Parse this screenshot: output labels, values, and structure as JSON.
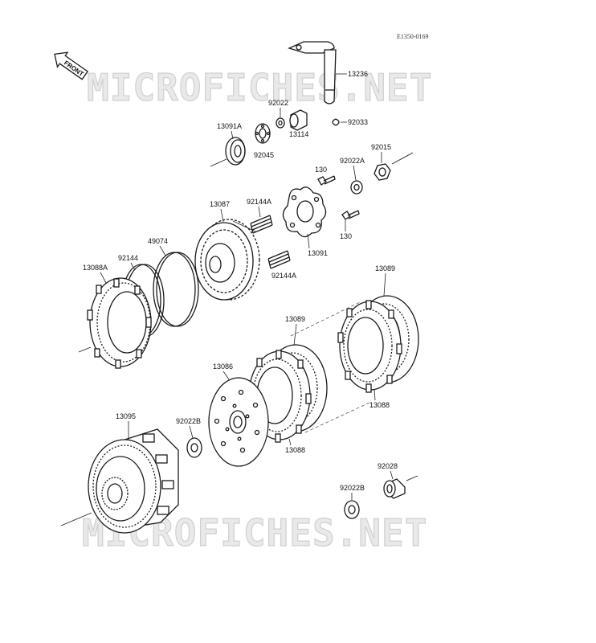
{
  "diagram_code": "E1350-0169",
  "front_label": "FRONT",
  "watermark": "MICROFICHES.NET",
  "parts": {
    "p13236": "13236",
    "p92022": "92022",
    "p92033": "92033",
    "p13091A": "13091A",
    "p13114": "13114",
    "p92045": "92045",
    "p92015": "92015",
    "p92022A": "92022A",
    "p130a": "130",
    "p130b": "130",
    "p13087": "13087",
    "p92144Aa": "92144A",
    "p92144Ab": "92144A",
    "p13091": "13091",
    "p49074": "49074",
    "p92144": "92144",
    "p13088A": "13088A",
    "p13089a": "13089",
    "p13089b": "13089",
    "p13086": "13086",
    "p13088a": "13088",
    "p13088b": "13088",
    "p13095": "13095",
    "p92022Ba": "92022B",
    "p92022Bb": "92022B",
    "p92028": "92028"
  },
  "icons": [
    "front-arrow-icon"
  ]
}
